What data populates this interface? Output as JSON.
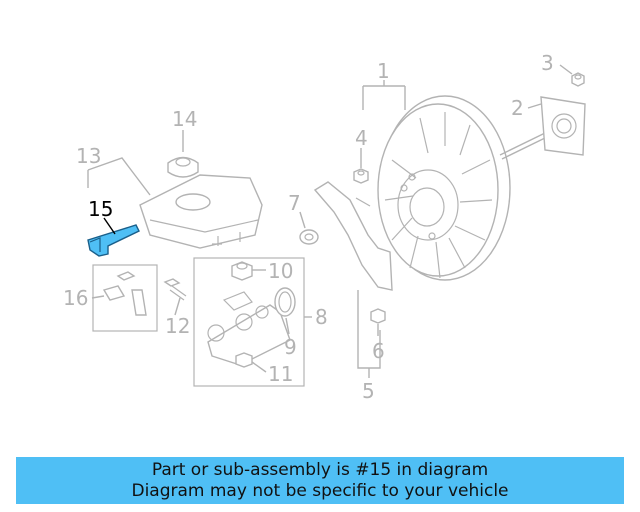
{
  "diagram": {
    "callouts": [
      "1",
      "2",
      "3",
      "4",
      "5",
      "6",
      "7",
      "8",
      "9",
      "10",
      "11",
      "12",
      "13",
      "14",
      "15",
      "16"
    ],
    "highlighted_part": "15",
    "highlight_color": "#4fbff5"
  },
  "banner": {
    "line1": "Part or sub-assembly is #15 in diagram",
    "line2": "Diagram may not be specific to your vehicle",
    "background": "#4fbff5"
  }
}
